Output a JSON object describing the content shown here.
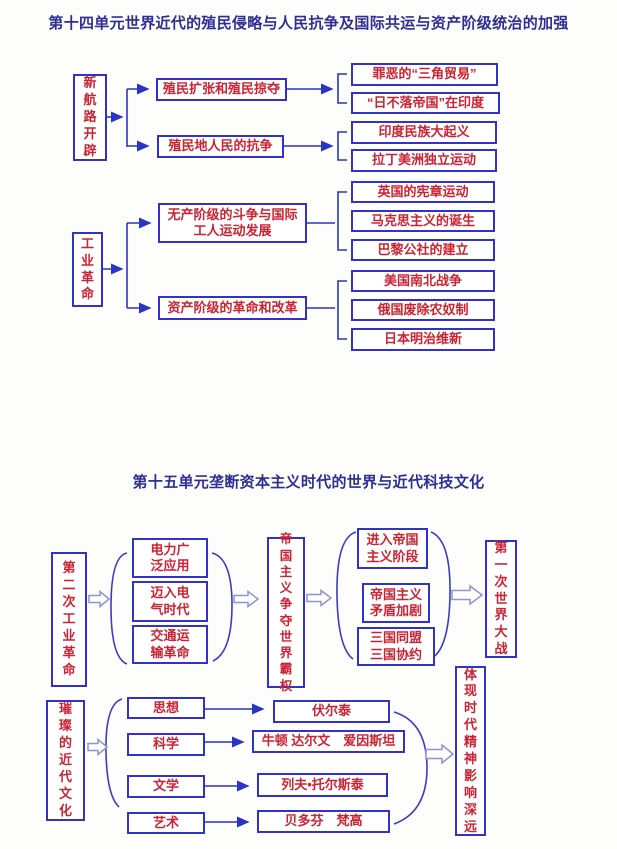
{
  "unit14": {
    "title": "第十四单元世界近代的殖民侵略与人民抗争及国际共运与资产阶级统治的加强",
    "roots": [
      {
        "label": "新航路开辟"
      },
      {
        "label": "工业革命"
      }
    ],
    "branches": [
      {
        "label": "殖民扩张和殖民掠夺",
        "leaves": [
          "罪恶的“三角贸易”",
          "“日不落帝国”在印度"
        ]
      },
      {
        "label": "殖民地人民的抗争",
        "leaves": [
          "印度民族大起义",
          "拉丁美洲独立运动"
        ]
      },
      {
        "label": "无产阶级的斗争与国际\n工人运动发展",
        "leaves": [
          "英国的宪章运动",
          "马克思主义的诞生",
          "巴黎公社的建立"
        ]
      },
      {
        "label": "资产阶级的革命和改革",
        "leaves": [
          "美国南北战争",
          "俄国废除农奴制",
          "日本明治维新"
        ]
      }
    ]
  },
  "unit15": {
    "title": "第十五单元垄断资本主义时代的世界与近代科技文化",
    "chain": {
      "start": "第二次工业革命",
      "group1": [
        "电力广\n泛应用",
        "迈入电\n气时代",
        "交通运\n输革命"
      ],
      "mid": "帝国主义争夺世界霸权",
      "group2": [
        "进入帝国\n主义阶段",
        "帝国主义\n矛盾加剧",
        "三国同盟\n三国协约"
      ],
      "end": "第一次世界大战"
    },
    "culture": {
      "root": "璀璨的近代文化",
      "categories": [
        {
          "label": "思想",
          "content": "伏尔泰"
        },
        {
          "label": "科学",
          "content": "牛顿 达尔文　爱因斯坦"
        },
        {
          "label": "文学",
          "content": "列夫•托尔斯泰"
        },
        {
          "label": "艺术",
          "content": "贝多芬　梵高"
        }
      ],
      "conclusion": "体现时代精神影响深远"
    }
  },
  "colors": {
    "box_border": "#3232c8",
    "text_red": "#cb2333",
    "title_navy": "#2e2e96",
    "connector_blue": "#2a35c8",
    "outline_arrow": "#8f93cf"
  }
}
